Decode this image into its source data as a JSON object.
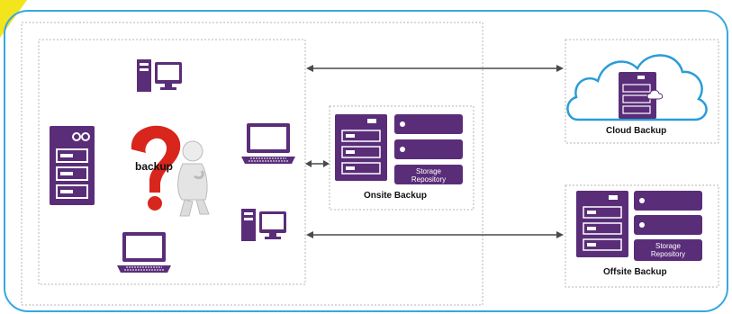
{
  "colors": {
    "accent_purple": "#5a2d79",
    "frame_blue": "#38a8e0",
    "corner_yellow": "#f2e51c",
    "arrow_gray": "#4a4a4a",
    "question_red": "#d8261d",
    "cloud_blue": "#2a9cd8"
  },
  "diagram": {
    "backup_label": "backup",
    "onsite": {
      "title": "Onsite Backup",
      "repo_line1": "Storage",
      "repo_line2": "Repository"
    },
    "cloud": {
      "title": "Cloud Backup"
    },
    "offsite": {
      "title": "Offsite Backup",
      "repo_line1": "Storage",
      "repo_line2": "Repository"
    }
  },
  "icons": [
    "server-icon",
    "desktop-computer-icon",
    "laptop-icon",
    "question-mark-icon",
    "person-thinking-icon",
    "cloud-icon",
    "storage-repository-icon",
    "bidirectional-arrow"
  ]
}
